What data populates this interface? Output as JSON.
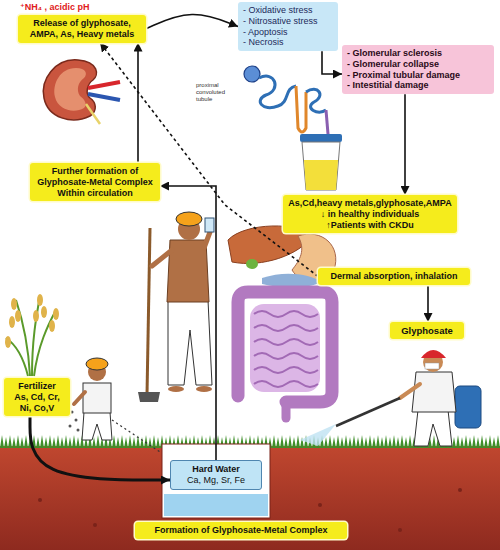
{
  "diagram": {
    "nodes": [
      {
        "text": [
          "Release of glyphosate, AMPA, As, Heavy metals"
        ]
      },
      {
        "text": [
          "- Oxidative stress",
          "- Nitrosative stress",
          "- Apoptosis",
          "- Necrosis"
        ]
      },
      {
        "text": [
          "- Glomerular sclerosis",
          "- Glomerular collapse",
          "- Proximal tubular damage",
          "- Intestitial damage"
        ]
      },
      {
        "text": [
          "As,Cd,heavy metals,glyphosate,AMPA",
          "↓ in healthy individuals",
          "↑Patients with CKDu"
        ]
      },
      {
        "text": [
          "Further formation of Glyphosate-Metal Complex Within circulation"
        ]
      },
      {
        "text": [
          "Dermal absorption, inhalation"
        ]
      },
      {
        "text": [
          "Glyphosate"
        ]
      },
      {
        "text": [
          "Fertilizer",
          "As, Cd, Cr, Ni, Co,V"
        ]
      },
      {
        "text": [
          "Hard Water",
          "Ca, Mg, Sr, Fe"
        ]
      },
      {
        "text": [
          "Formation of Glyphosate-Metal Complex"
        ]
      }
    ],
    "edges": [
      {
        "from": 0,
        "to": 1,
        "arrow": "to"
      },
      {
        "from": 1,
        "to": 2,
        "arrow": "to"
      },
      {
        "from": 2,
        "to": 3,
        "arrow": "to"
      },
      {
        "from": 4,
        "to": 0,
        "arrow": "to"
      },
      {
        "from": 5,
        "to": 0,
        "arrow": "to"
      },
      {
        "from": 5,
        "to": 6,
        "arrow": "to"
      },
      {
        "from": 7,
        "to": 8,
        "arrow": "to"
      },
      {
        "from": 8,
        "to": 4,
        "arrow": "to"
      }
    ],
    "labels": [
      "⁺NH₄ , acidic pH",
      "proximal convoluted tubule"
    ]
  }
}
